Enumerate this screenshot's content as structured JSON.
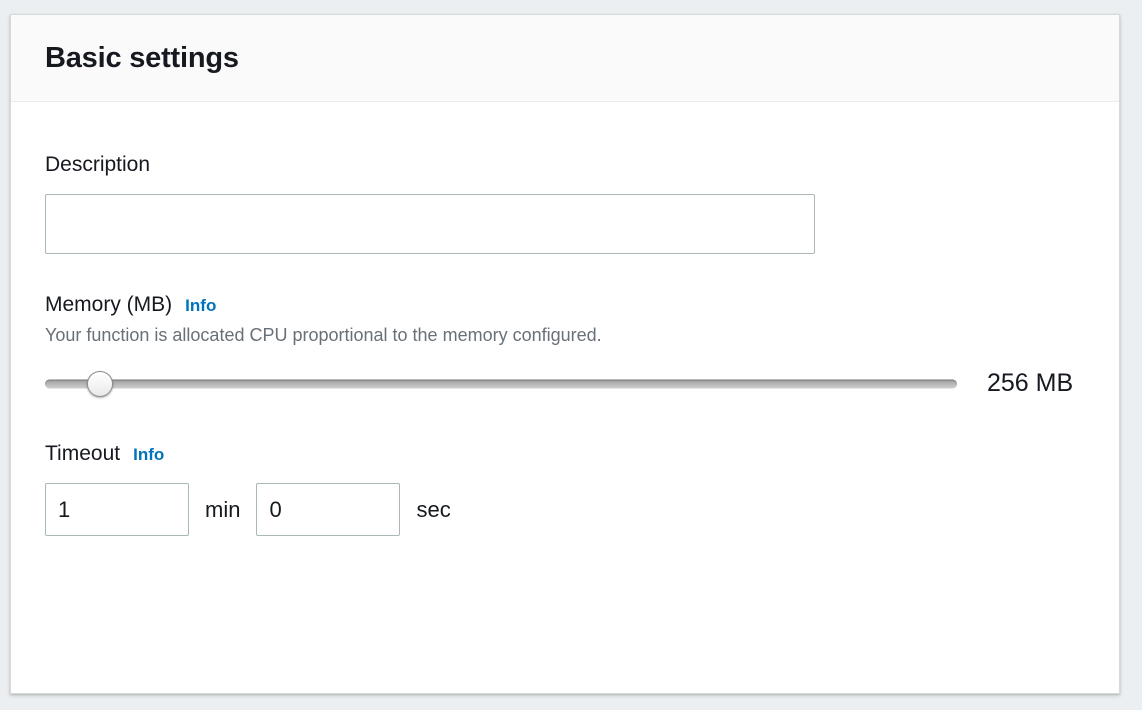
{
  "panel": {
    "title": "Basic settings"
  },
  "description": {
    "label": "Description",
    "value": "",
    "placeholder": ""
  },
  "memory": {
    "label": "Memory (MB)",
    "info_label": "Info",
    "helper_text": "Your function is allocated CPU proportional to the memory configured.",
    "value_display": "256 MB",
    "slider_percent": 6
  },
  "timeout": {
    "label": "Timeout",
    "info_label": "Info",
    "minutes_value": "1",
    "minutes_unit": "min",
    "seconds_value": "0",
    "seconds_unit": "sec"
  },
  "colors": {
    "link_blue": "#0073bb",
    "title_text": "#16191f",
    "helper_text": "#687078",
    "input_border": "#aab7b8",
    "header_background": "#fafafa"
  }
}
